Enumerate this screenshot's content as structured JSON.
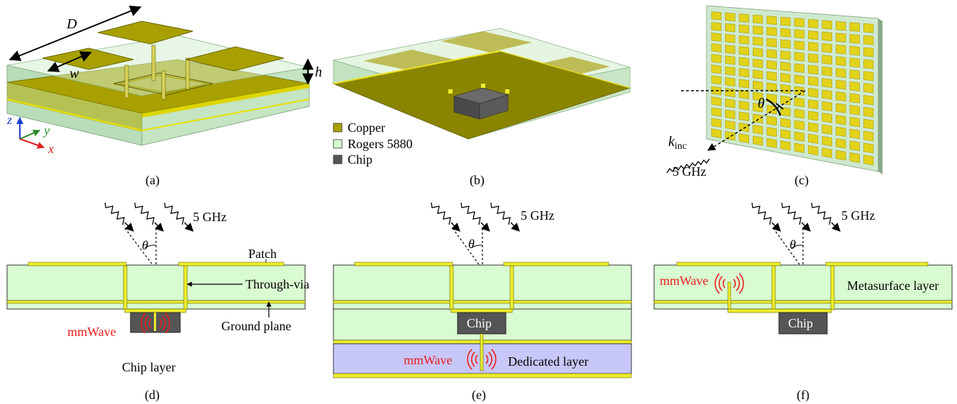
{
  "panel_a": {
    "caption": "(a)",
    "dim_D": "D",
    "dim_w": "w",
    "dim_h": "h",
    "axis_z": "z",
    "axis_y": "y",
    "axis_x": "x"
  },
  "panel_b": {
    "caption": "(b)"
  },
  "legend": {
    "items": [
      {
        "label": "Copper",
        "color": "#a8a000"
      },
      {
        "label": "Rogers 5880",
        "color": "#d9fbd2"
      },
      {
        "label": "Chip",
        "color": "#555555"
      }
    ]
  },
  "panel_c": {
    "caption": "(c)",
    "theta": "θ",
    "k_main": "k",
    "k_sub": "inc",
    "freq": "5 GHz"
  },
  "panel_d": {
    "caption": "(d)",
    "freq": "5 GHz",
    "theta": "θ",
    "patch": "Patch",
    "through_via": "Through-via",
    "ground_plane": "Ground plane",
    "mmwave": "mmWave",
    "chip_layer": "Chip layer"
  },
  "panel_e": {
    "caption": "(e)",
    "freq": "5 GHz",
    "theta": "θ",
    "chip": "Chip",
    "mmwave": "mmWave",
    "dedicated_layer": "Dedicated layer"
  },
  "panel_f": {
    "caption": "(f)",
    "freq": "5 GHz",
    "theta": "θ",
    "mmwave": "mmWave",
    "metasurface_layer": "Metasurface layer",
    "chip": "Chip"
  },
  "colors": {
    "copper": "#a8a000",
    "copper_light": "#ecec2e",
    "substrate": "#d9fbd2",
    "chip": "#555555",
    "dedicated": "#c7c7fa",
    "mmwave": "#ee1c1c"
  }
}
